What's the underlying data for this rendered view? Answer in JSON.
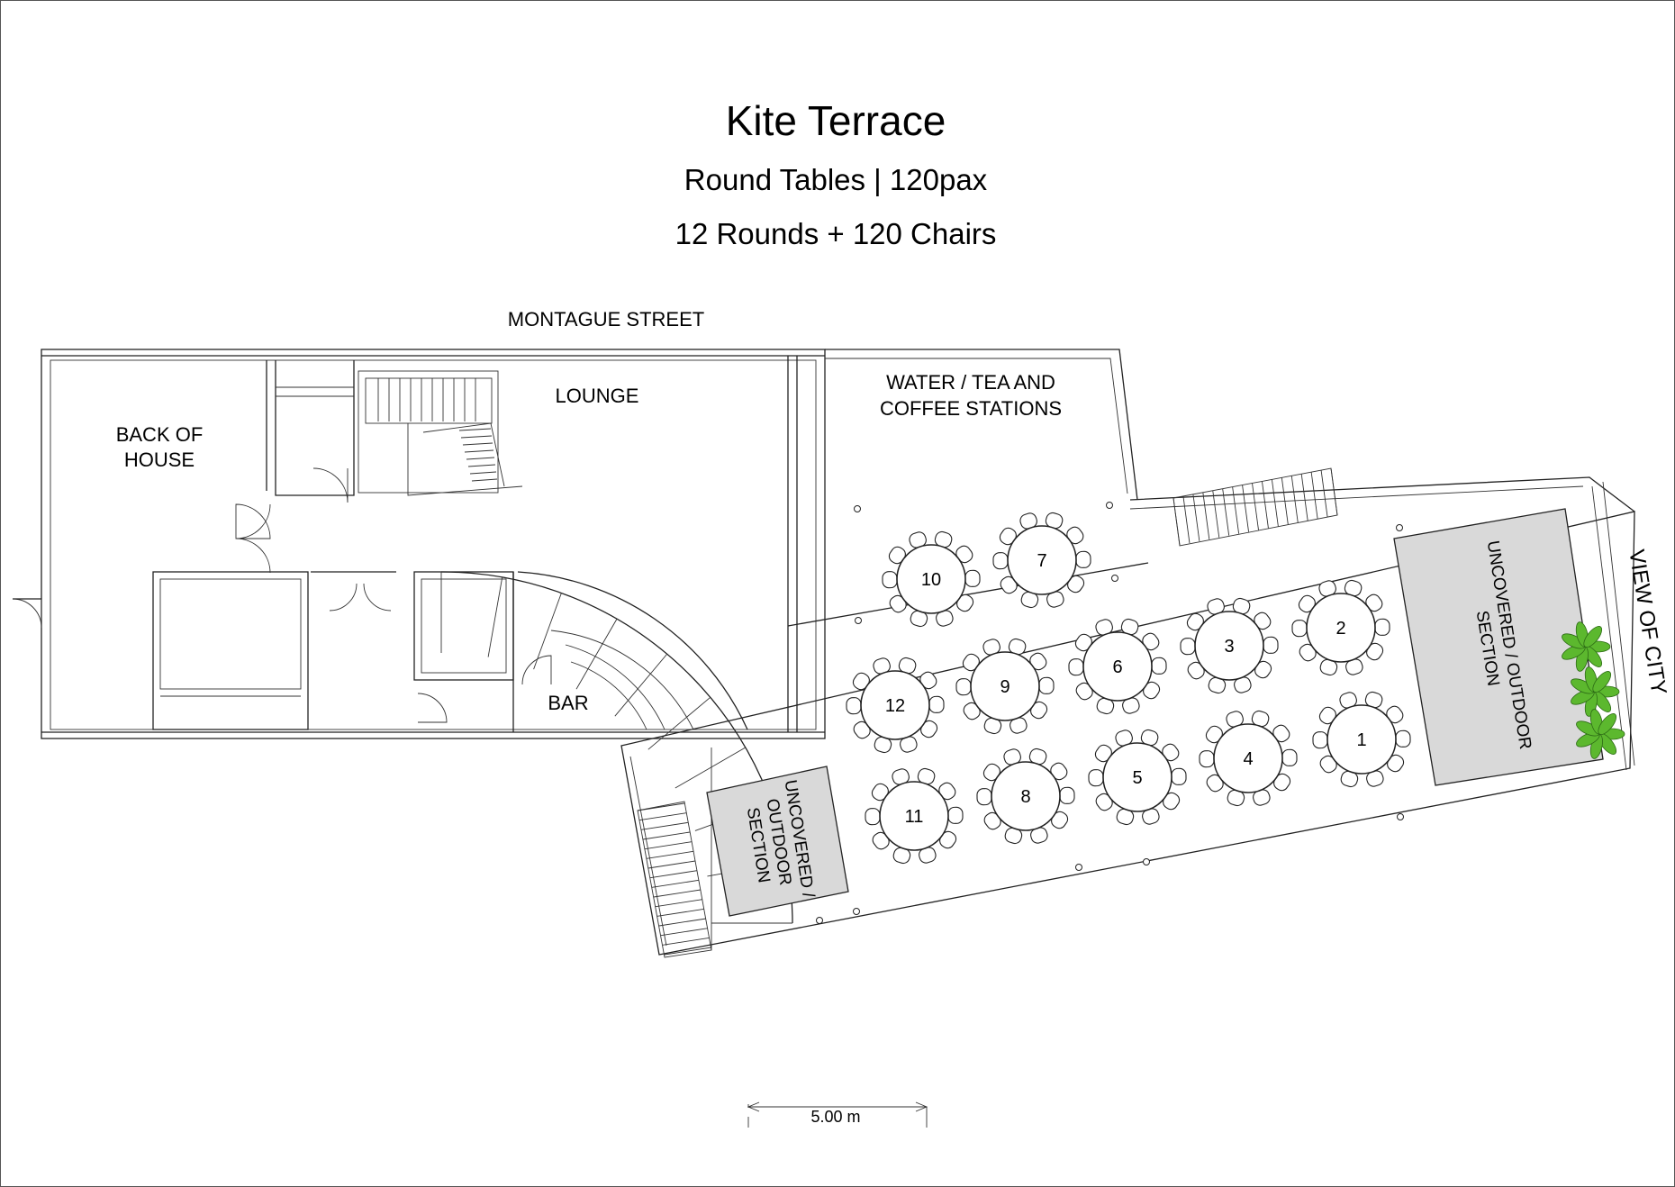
{
  "title": "Kite Terrace",
  "subtitle": "Round Tables | 120pax",
  "setup": "12 Rounds + 120 Chairs",
  "labels": {
    "street": "MONTAGUE STREET",
    "lounge": "LOUNGE",
    "back_of_house": [
      "BACK OF",
      "HOUSE"
    ],
    "stations": [
      "WATER / TEA AND",
      "COFFEE STATIONS"
    ],
    "bar": "BAR",
    "view": "VIEW OF CITY",
    "outdoor_large": [
      "UNCOVERED / OUTDOOR",
      "SECTION"
    ],
    "outdoor_small": [
      "UNCOVERED /",
      "OUTDOOR",
      "SECTION"
    ]
  },
  "tables": [
    {
      "number": "1",
      "seats": 10
    },
    {
      "number": "2",
      "seats": 10
    },
    {
      "number": "3",
      "seats": 10
    },
    {
      "number": "4",
      "seats": 10
    },
    {
      "number": "5",
      "seats": 10
    },
    {
      "number": "6",
      "seats": 10
    },
    {
      "number": "7",
      "seats": 10
    },
    {
      "number": "8",
      "seats": 10
    },
    {
      "number": "9",
      "seats": 10
    },
    {
      "number": "10",
      "seats": 10
    },
    {
      "number": "11",
      "seats": 10
    },
    {
      "number": "12",
      "seats": 10
    }
  ],
  "scale_bar": "5.00 m",
  "colors": {
    "outdoor_fill": "#d9d9d9",
    "plant": "#5cb82e",
    "line": "#222222"
  }
}
